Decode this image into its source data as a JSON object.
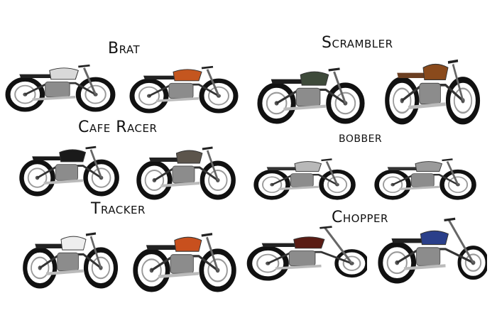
{
  "styles": [
    {
      "label": "Brat",
      "bikes": [
        {
          "tank": "#d9d9d9",
          "seat": "#222222"
        },
        {
          "tank": "#c4561f",
          "seat": "#222222"
        }
      ]
    },
    {
      "label": "Scrambler",
      "bikes": [
        {
          "tank": "#3e4a3a",
          "seat": "#1c1c1c"
        },
        {
          "tank": "#8a4a1c",
          "seat": "#6b3f22"
        }
      ]
    },
    {
      "label": "Cafe Racer",
      "bikes": [
        {
          "tank": "#1a1a1a",
          "seat": "#1a1a1a"
        },
        {
          "tank": "#5c554c",
          "seat": "#222222"
        }
      ]
    },
    {
      "label": "bobber",
      "bikes": [
        {
          "tank": "#b8b8b8",
          "seat": "#333333"
        },
        {
          "tank": "#9a9a9a",
          "seat": "#333333"
        }
      ]
    },
    {
      "label": "Tracker",
      "bikes": [
        {
          "tank": "#eeeeee",
          "seat": "#222222"
        },
        {
          "tank": "#c8501e",
          "seat": "#222222"
        }
      ]
    },
    {
      "label": "Chopper",
      "bikes": [
        {
          "tank": "#5a1c14",
          "seat": "#222222"
        },
        {
          "tank": "#2a3f8a",
          "seat": "#222222"
        }
      ]
    }
  ]
}
